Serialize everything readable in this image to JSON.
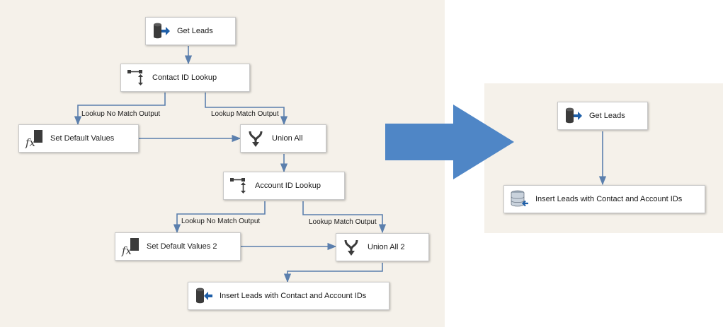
{
  "colors": {
    "canvas": "#f5f1ea",
    "connector": "#5b7fad",
    "arrow": "#4f86c6",
    "icon_dark": "#3b3b3b",
    "icon_accent": "#1f5fa8"
  },
  "left_flow": {
    "tasks": {
      "get_leads": {
        "label": "Get Leads",
        "icon": "source-db-icon"
      },
      "contact_lookup": {
        "label": "Contact ID Lookup",
        "icon": "lookup-icon"
      },
      "set_default": {
        "label": "Set Default Values",
        "icon": "derived-column-icon"
      },
      "union_all": {
        "label": "Union All",
        "icon": "union-all-icon"
      },
      "account_lookup": {
        "label": "Account ID Lookup",
        "icon": "lookup-icon"
      },
      "set_default_2": {
        "label": "Set Default Values 2",
        "icon": "derived-column-icon"
      },
      "union_all_2": {
        "label": "Union All 2",
        "icon": "union-all-icon"
      },
      "insert_leads": {
        "label": "Insert Leads with Contact and Account IDs",
        "icon": "destination-db-icon"
      }
    },
    "edge_labels": {
      "contact_no_match": "Lookup No Match Output",
      "contact_match": "Lookup Match Output",
      "account_no_match": "Lookup No Match Output",
      "account_match": "Lookup Match Output"
    }
  },
  "right_flow": {
    "tasks": {
      "get_leads": {
        "label": "Get Leads",
        "icon": "source-db-icon"
      },
      "insert_leads": {
        "label": "Insert Leads with Contact and Account IDs",
        "icon": "destination-stack-icon"
      }
    }
  },
  "transition_arrow": {
    "icon": "right-arrow-icon"
  }
}
